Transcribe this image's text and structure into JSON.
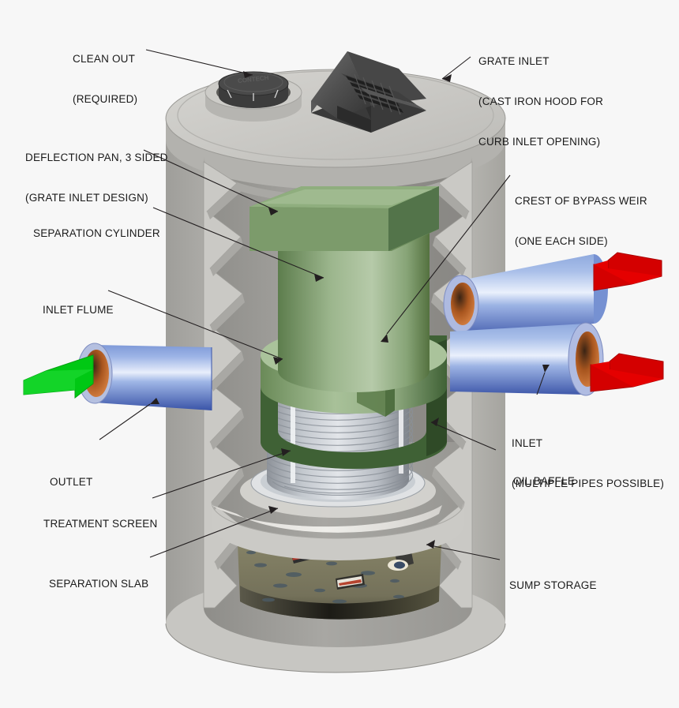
{
  "diagram": {
    "title": "Stormwater hydrodynamic separator cutaway",
    "brand_text_on_cover": "CONTECH",
    "colors": {
      "background": "#f7f7f7",
      "concrete_light": "#d2d2d0",
      "concrete_mid": "#b9b8b4",
      "concrete_dark": "#a3a29e",
      "cylinder_green_light": "#a9c09a",
      "cylinder_green_mid": "#7d9a6d",
      "cylinder_green_dark": "#3f6135",
      "pipe_blue": "#4a63b8",
      "pipe_blue_light": "#cfdcf3",
      "pipe_bore_copper": "#c8622a",
      "inlet_arrow_red": "#d40000",
      "outlet_arrow_green": "#00c814",
      "manhole_cover": "#4a4a4a",
      "grate_iron": "#4d4d4d",
      "sump_sediment": "#7d7a5c",
      "leader_line": "#231f20",
      "text": "#1a1a1a"
    }
  },
  "labels": {
    "clean_out": {
      "lines": [
        "CLEAN OUT",
        "(REQUIRED)"
      ]
    },
    "grate_inlet": {
      "lines": [
        "GRATE INLET",
        "(CAST IRON HOOD FOR",
        "CURB INLET OPENING)"
      ]
    },
    "deflection_pan": {
      "lines": [
        "DEFLECTION PAN, 3 SIDED",
        "(GRATE INLET DESIGN)"
      ]
    },
    "separation_cylinder": {
      "lines": [
        "SEPARATION CYLINDER"
      ]
    },
    "crest_of_bypass_weir": {
      "lines": [
        "CREST OF BYPASS WEIR",
        "(ONE EACH SIDE)"
      ]
    },
    "inlet_flume": {
      "lines": [
        "INLET FLUME"
      ]
    },
    "inlet": {
      "lines": [
        "INLET",
        "(MULTIPLE PIPES POSSIBLE)"
      ]
    },
    "oil_baffle": {
      "lines": [
        "OIL BAFFLE"
      ]
    },
    "outlet": {
      "lines": [
        "OUTLET"
      ]
    },
    "treatment_screen": {
      "lines": [
        "TREATMENT SCREEN"
      ]
    },
    "separation_slab": {
      "lines": [
        "SEPARATION SLAB"
      ]
    },
    "sump_storage": {
      "lines": [
        "SUMP STORAGE"
      ]
    }
  },
  "flow_arrows": [
    {
      "name": "outlet-flow-arrow",
      "direction": "out-left",
      "color": "#00c814"
    },
    {
      "name": "inlet-flow-arrow-upper",
      "direction": "in-left",
      "color": "#d40000"
    },
    {
      "name": "inlet-flow-arrow-lower",
      "direction": "in-left",
      "color": "#d40000"
    }
  ]
}
